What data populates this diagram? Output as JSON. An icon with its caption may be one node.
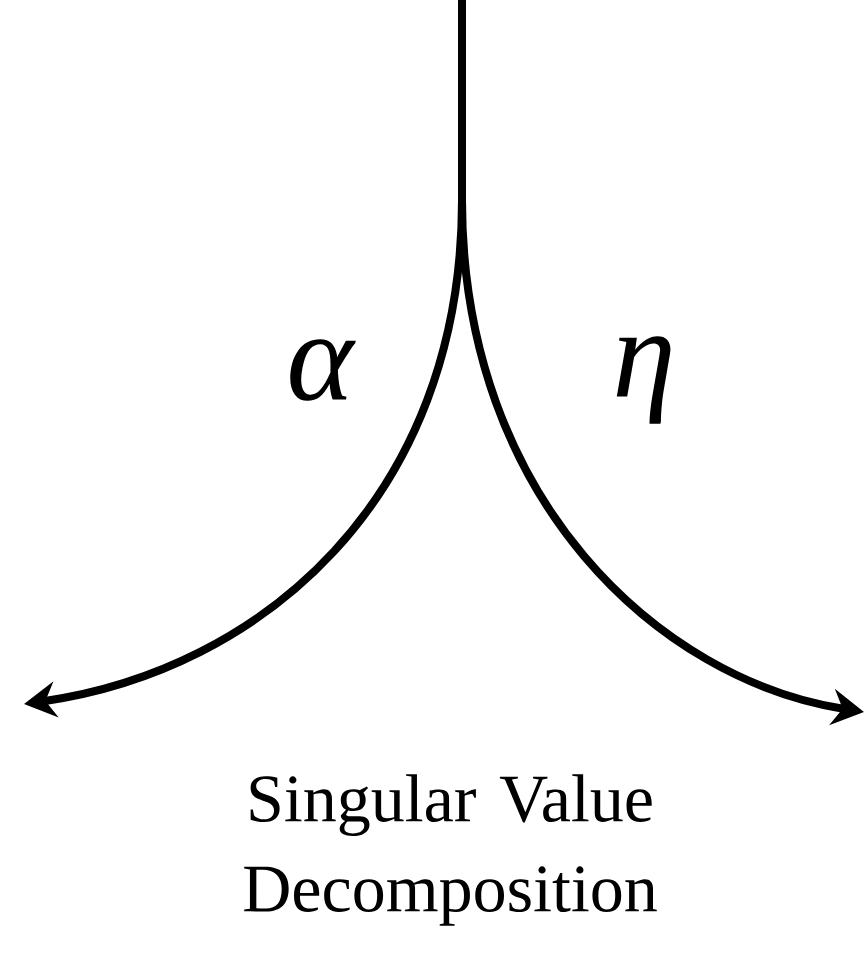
{
  "diagram": {
    "labels": [
      "α",
      "η",
      "Singular Value Decomposition"
    ]
  }
}
